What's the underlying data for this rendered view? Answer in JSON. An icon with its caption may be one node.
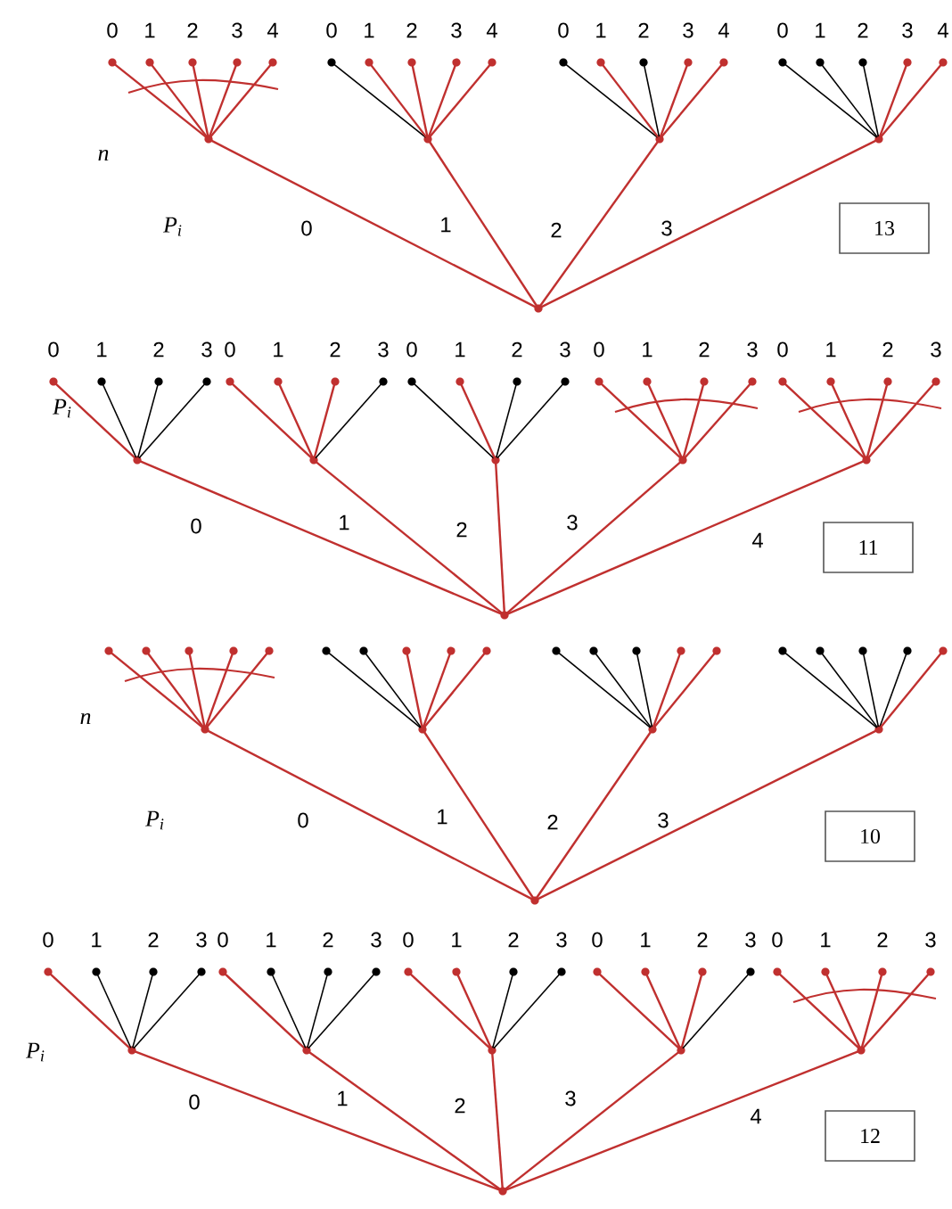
{
  "diagram": {
    "nodes": [
      {
        "text": [],
        "shape": "circle"
      },
      {
        "text": [],
        "shape": "circle"
      },
      {
        "text": [],
        "shape": "circle"
      },
      {
        "text": [],
        "shape": "circle"
      },
      {
        "text": [],
        "shape": "circle"
      },
      {
        "text": [],
        "shape": "circle",
        "beside": [
          "0"
        ]
      },
      {
        "text": [],
        "shape": "circle",
        "beside": [
          "1"
        ]
      },
      {
        "text": [],
        "shape": "circle",
        "beside": [
          "2"
        ]
      },
      {
        "text": [],
        "shape": "circle",
        "beside": [
          "3"
        ]
      },
      {
        "text": [],
        "shape": "circle",
        "beside": [
          "4"
        ]
      },
      {
        "text": [],
        "shape": "circle",
        "beside": [
          "0"
        ]
      },
      {
        "text": [],
        "shape": "circle",
        "beside": [
          "1"
        ]
      },
      {
        "text": [],
        "shape": "circle",
        "beside": [
          "2"
        ]
      },
      {
        "text": [],
        "shape": "circle",
        "beside": [
          "3"
        ]
      },
      {
        "text": [],
        "shape": "circle",
        "beside": [
          "4"
        ]
      },
      {
        "text": [],
        "shape": "circle",
        "beside": [
          "0"
        ]
      },
      {
        "text": [],
        "shape": "circle",
        "beside": [
          "1"
        ]
      },
      {
        "text": [],
        "shape": "circle",
        "beside": [
          "2"
        ]
      },
      {
        "text": [],
        "shape": "circle",
        "beside": [
          "3"
        ]
      },
      {
        "text": [],
        "shape": "circle",
        "beside": [
          "4"
        ]
      },
      {
        "text": [],
        "shape": "circle",
        "beside": [
          "0"
        ]
      },
      {
        "text": [],
        "shape": "circle",
        "beside": [
          "1"
        ]
      },
      {
        "text": [],
        "shape": "circle",
        "beside": [
          "2"
        ]
      },
      {
        "text": [],
        "shape": "circle",
        "beside": [
          "3"
        ]
      },
      {
        "text": [],
        "shape": "circle",
        "beside": [
          "4"
        ]
      },
      {
        "text": [
          "13"
        ]
      },
      {
        "text": [],
        "shape": "circle"
      },
      {
        "text": [],
        "shape": "circle"
      },
      {
        "text": [],
        "shape": "circle"
      },
      {
        "text": [],
        "shape": "circle"
      },
      {
        "text": [],
        "shape": "circle"
      },
      {
        "text": [],
        "shape": "circle"
      },
      {
        "text": [],
        "shape": "circle",
        "beside": [
          "0"
        ]
      },
      {
        "text": [],
        "shape": "circle",
        "beside": [
          "1"
        ]
      },
      {
        "text": [],
        "shape": "circle",
        "beside": [
          "2"
        ]
      },
      {
        "text": [],
        "shape": "circle",
        "beside": [
          "3"
        ]
      },
      {
        "text": [],
        "shape": "circle",
        "beside": [
          "0"
        ]
      },
      {
        "text": [],
        "shape": "circle",
        "beside": [
          "1"
        ]
      },
      {
        "text": [],
        "shape": "circle",
        "beside": [
          "2"
        ]
      },
      {
        "text": [],
        "shape": "circle",
        "beside": [
          "3"
        ]
      },
      {
        "text": [],
        "shape": "circle",
        "beside": [
          "0"
        ]
      },
      {
        "text": [],
        "shape": "circle",
        "beside": [
          "1"
        ]
      },
      {
        "text": [],
        "shape": "circle",
        "beside": [
          "2"
        ]
      },
      {
        "text": [],
        "shape": "circle",
        "beside": [
          "3"
        ]
      },
      {
        "text": [],
        "shape": "circle",
        "beside": [
          "0"
        ]
      },
      {
        "text": [],
        "shape": "circle",
        "beside": [
          "1"
        ]
      },
      {
        "text": [],
        "shape": "circle",
        "beside": [
          "2"
        ]
      },
      {
        "text": [],
        "shape": "circle",
        "beside": [
          "3"
        ]
      },
      {
        "text": [],
        "shape": "circle",
        "beside": [
          "0"
        ]
      },
      {
        "text": [],
        "shape": "circle",
        "beside": [
          "1"
        ]
      },
      {
        "text": [],
        "shape": "circle",
        "beside": [
          "2"
        ]
      },
      {
        "text": [],
        "shape": "circle",
        "beside": [
          "3"
        ]
      },
      {
        "text": [
          "11"
        ]
      },
      {
        "text": [],
        "shape": "circle"
      },
      {
        "text": [],
        "shape": "circle"
      },
      {
        "text": [],
        "shape": "circle"
      },
      {
        "text": [],
        "shape": "circle"
      },
      {
        "text": [],
        "shape": "circle"
      },
      {
        "text": [],
        "shape": "circle"
      },
      {
        "text": [],
        "shape": "circle"
      },
      {
        "text": [],
        "shape": "circle"
      },
      {
        "text": [],
        "shape": "circle"
      },
      {
        "text": [],
        "shape": "circle"
      },
      {
        "text": [],
        "shape": "circle"
      },
      {
        "text": [],
        "shape": "circle"
      },
      {
        "text": [],
        "shape": "circle"
      },
      {
        "text": [],
        "shape": "circle"
      },
      {
        "text": [],
        "shape": "circle"
      },
      {
        "text": [],
        "shape": "circle"
      },
      {
        "text": [],
        "shape": "circle"
      },
      {
        "text": [],
        "shape": "circle"
      },
      {
        "text": [],
        "shape": "circle"
      },
      {
        "text": [],
        "shape": "circle"
      },
      {
        "text": [],
        "shape": "circle"
      },
      {
        "text": [],
        "shape": "circle"
      },
      {
        "text": [],
        "shape": "circle"
      },
      {
        "text": [],
        "shape": "circle"
      },
      {
        "text": [],
        "shape": "circle"
      },
      {
        "text": [
          "10"
        ]
      },
      {
        "text": [],
        "shape": "circle"
      },
      {
        "text": [],
        "shape": "circle"
      },
      {
        "text": [],
        "shape": "circle"
      },
      {
        "text": [],
        "shape": "circle"
      },
      {
        "text": [],
        "shape": "circle"
      },
      {
        "text": [],
        "shape": "circle"
      },
      {
        "text": [],
        "shape": "circle",
        "beside": [
          "0"
        ]
      },
      {
        "text": [],
        "shape": "circle",
        "beside": [
          "1"
        ]
      },
      {
        "text": [],
        "shape": "circle",
        "beside": [
          "2"
        ]
      },
      {
        "text": [],
        "shape": "circle",
        "beside": [
          "3"
        ]
      },
      {
        "text": [],
        "shape": "circle",
        "beside": [
          "0"
        ]
      },
      {
        "text": [],
        "shape": "circle",
        "beside": [
          "1"
        ]
      },
      {
        "text": [],
        "shape": "circle",
        "beside": [
          "2"
        ]
      },
      {
        "text": [],
        "shape": "circle",
        "beside": [
          "3"
        ]
      },
      {
        "text": [],
        "shape": "circle",
        "beside": [
          "0"
        ]
      },
      {
        "text": [],
        "shape": "circle",
        "beside": [
          "1"
        ]
      },
      {
        "text": [],
        "shape": "circle",
        "beside": [
          "2"
        ]
      },
      {
        "text": [],
        "shape": "circle",
        "beside": [
          "3"
        ]
      },
      {
        "text": [],
        "shape": "circle",
        "beside": [
          "0"
        ]
      },
      {
        "text": [],
        "shape": "circle",
        "beside": [
          "1"
        ]
      },
      {
        "text": [],
        "shape": "circle",
        "beside": [
          "2"
        ]
      },
      {
        "text": [],
        "shape": "circle",
        "beside": [
          "3"
        ]
      },
      {
        "text": [],
        "shape": "circle",
        "beside": [
          "0"
        ]
      },
      {
        "text": [],
        "shape": "circle",
        "beside": [
          "1"
        ]
      },
      {
        "text": [],
        "shape": "circle",
        "beside": [
          "2"
        ]
      },
      {
        "text": [],
        "shape": "circle",
        "beside": [
          "3"
        ]
      },
      {
        "text": [
          "12"
        ]
      }
    ],
    "edges": [
      {
        "from": 0,
        "to": 1,
        "arrow": "none",
        "label": "0"
      },
      {
        "from": 0,
        "to": 2,
        "arrow": "none",
        "label": "1"
      },
      {
        "from": 0,
        "to": 3,
        "arrow": "none",
        "label": "2"
      },
      {
        "from": 0,
        "to": 4,
        "arrow": "none",
        "label": "3"
      },
      {
        "from": 1,
        "to": 5,
        "arrow": "none"
      },
      {
        "from": 1,
        "to": 6,
        "arrow": "none"
      },
      {
        "from": 1,
        "to": 7,
        "arrow": "none"
      },
      {
        "from": 1,
        "to": 8,
        "arrow": "none"
      },
      {
        "from": 1,
        "to": 9,
        "arrow": "none"
      },
      {
        "from": 2,
        "to": 10,
        "arrow": "none",
        "color": "#000000"
      },
      {
        "from": 2,
        "to": 11,
        "arrow": "none"
      },
      {
        "from": 2,
        "to": 12,
        "arrow": "none"
      },
      {
        "from": 2,
        "to": 13,
        "arrow": "none"
      },
      {
        "from": 2,
        "to": 14,
        "arrow": "none"
      },
      {
        "from": 3,
        "to": 15,
        "arrow": "none",
        "color": "#000000"
      },
      {
        "from": 3,
        "to": 16,
        "arrow": "none"
      },
      {
        "from": 3,
        "to": 17,
        "arrow": "none",
        "color": "#000000"
      },
      {
        "from": 3,
        "to": 18,
        "arrow": "none"
      },
      {
        "from": 3,
        "to": 19,
        "arrow": "none"
      },
      {
        "from": 4,
        "to": 20,
        "arrow": "none",
        "color": "#000000"
      },
      {
        "from": 4,
        "to": 21,
        "arrow": "none",
        "color": "#000000"
      },
      {
        "from": 4,
        "to": 22,
        "arrow": "none",
        "color": "#000000"
      },
      {
        "from": 4,
        "to": 23,
        "arrow": "none"
      },
      {
        "from": 4,
        "to": 24,
        "arrow": "none"
      },
      {
        "from": 26,
        "to": 27,
        "arrow": "none",
        "label": "0"
      },
      {
        "from": 26,
        "to": 28,
        "arrow": "none",
        "label": "1"
      },
      {
        "from": 26,
        "to": 29,
        "arrow": "none",
        "label": "2"
      },
      {
        "from": 26,
        "to": 30,
        "arrow": "none",
        "label": "3"
      },
      {
        "from": 26,
        "to": 31,
        "arrow": "none",
        "label": "4"
      },
      {
        "from": 27,
        "to": 32,
        "arrow": "none"
      },
      {
        "from": 27,
        "to": 33,
        "arrow": "none",
        "color": "#000000"
      },
      {
        "from": 27,
        "to": 34,
        "arrow": "none",
        "color": "#000000"
      },
      {
        "from": 27,
        "to": 35,
        "arrow": "none",
        "color": "#000000"
      },
      {
        "from": 28,
        "to": 36,
        "arrow": "none"
      },
      {
        "from": 28,
        "to": 37,
        "arrow": "none"
      },
      {
        "from": 28,
        "to": 38,
        "arrow": "none"
      },
      {
        "from": 28,
        "to": 39,
        "arrow": "none",
        "color": "#000000"
      },
      {
        "from": 29,
        "to": 40,
        "arrow": "none",
        "color": "#000000"
      },
      {
        "from": 29,
        "to": 41,
        "arrow": "none"
      },
      {
        "from": 29,
        "to": 42,
        "arrow": "none",
        "color": "#000000"
      },
      {
        "from": 29,
        "to": 43,
        "arrow": "none",
        "color": "#000000"
      },
      {
        "from": 30,
        "to": 44,
        "arrow": "none"
      },
      {
        "from": 30,
        "to": 45,
        "arrow": "none"
      },
      {
        "from": 30,
        "to": 46,
        "arrow": "none"
      },
      {
        "from": 30,
        "to": 47,
        "arrow": "none"
      },
      {
        "from": 31,
        "to": 48,
        "arrow": "none"
      },
      {
        "from": 31,
        "to": 49,
        "arrow": "none"
      },
      {
        "from": 31,
        "to": 50,
        "arrow": "none"
      },
      {
        "from": 31,
        "to": 51,
        "arrow": "none"
      },
      {
        "from": 53,
        "to": 54,
        "arrow": "none",
        "label": "0"
      },
      {
        "from": 53,
        "to": 55,
        "arrow": "none",
        "label": "1"
      },
      {
        "from": 53,
        "to": 56,
        "arrow": "none",
        "label": "2"
      },
      {
        "from": 53,
        "to": 57,
        "arrow": "none",
        "label": "3"
      },
      {
        "from": 54,
        "to": 58,
        "arrow": "none"
      },
      {
        "from": 54,
        "to": 59,
        "arrow": "none"
      },
      {
        "from": 54,
        "to": 60,
        "arrow": "none"
      },
      {
        "from": 54,
        "to": 61,
        "arrow": "none"
      },
      {
        "from": 54,
        "to": 62,
        "arrow": "none"
      },
      {
        "from": 55,
        "to": 63,
        "arrow": "none",
        "color": "#000000"
      },
      {
        "from": 55,
        "to": 64,
        "arrow": "none",
        "color": "#000000"
      },
      {
        "from": 55,
        "to": 65,
        "arrow": "none"
      },
      {
        "from": 55,
        "to": 66,
        "arrow": "none"
      },
      {
        "from": 55,
        "to": 67,
        "arrow": "none"
      },
      {
        "from": 56,
        "to": 68,
        "arrow": "none",
        "color": "#000000"
      },
      {
        "from": 56,
        "to": 69,
        "arrow": "none",
        "color": "#000000"
      },
      {
        "from": 56,
        "to": 70,
        "arrow": "none",
        "color": "#000000"
      },
      {
        "from": 56,
        "to": 71,
        "arrow": "none"
      },
      {
        "from": 56,
        "to": 72,
        "arrow": "none"
      },
      {
        "from": 57,
        "to": 73,
        "arrow": "none",
        "color": "#000000"
      },
      {
        "from": 57,
        "to": 74,
        "arrow": "none",
        "color": "#000000"
      },
      {
        "from": 57,
        "to": 75,
        "arrow": "none",
        "color": "#000000"
      },
      {
        "from": 57,
        "to": 76,
        "arrow": "none",
        "color": "#000000"
      },
      {
        "from": 57,
        "to": 77,
        "arrow": "none"
      },
      {
        "from": 79,
        "to": 80,
        "arrow": "none",
        "label": "0"
      },
      {
        "from": 79,
        "to": 81,
        "arrow": "none",
        "label": "1"
      },
      {
        "from": 79,
        "to": 82,
        "arrow": "none",
        "label": "2"
      },
      {
        "from": 79,
        "to": 83,
        "arrow": "none",
        "label": "3"
      },
      {
        "from": 79,
        "to": 84,
        "arrow": "none",
        "label": "4"
      },
      {
        "from": 80,
        "to": 85,
        "arrow": "none"
      },
      {
        "from": 80,
        "to": 86,
        "arrow": "none",
        "color": "#000000"
      },
      {
        "from": 80,
        "to": 87,
        "arrow": "none",
        "color": "#000000"
      },
      {
        "from": 80,
        "to": 88,
        "arrow": "none",
        "color": "#000000"
      },
      {
        "from": 81,
        "to": 89,
        "arrow": "none"
      },
      {
        "from": 81,
        "to": 90,
        "arrow": "none",
        "color": "#000000"
      },
      {
        "from": 81,
        "to": 91,
        "arrow": "none",
        "color": "#000000"
      },
      {
        "from": 81,
        "to": 92,
        "arrow": "none",
        "color": "#000000"
      },
      {
        "from": 82,
        "to": 93,
        "arrow": "none"
      },
      {
        "from": 82,
        "to": 94,
        "arrow": "none"
      },
      {
        "from": 82,
        "to": 95,
        "arrow": "none",
        "color": "#000000"
      },
      {
        "from": 82,
        "to": 96,
        "arrow": "none",
        "color": "#000000"
      },
      {
        "from": 83,
        "to": 97,
        "arrow": "none"
      },
      {
        "from": 83,
        "to": 98,
        "arrow": "none"
      },
      {
        "from": 83,
        "to": 99,
        "arrow": "none"
      },
      {
        "from": 83,
        "to": 100,
        "arrow": "none",
        "color": "#000000"
      },
      {
        "from": 84,
        "to": 101,
        "arrow": "none"
      },
      {
        "from": 84,
        "to": 102,
        "arrow": "none"
      },
      {
        "from": 84,
        "to": 103,
        "arrow": "none"
      },
      {
        "from": 84,
        "to": 104,
        "arrow": "none"
      }
    ],
    "labels": [
      "n",
      "P$_{i}$",
      "P$_{i}$",
      "n",
      "P$_{i}$",
      "P$_{i}$"
    ]
  }
}
